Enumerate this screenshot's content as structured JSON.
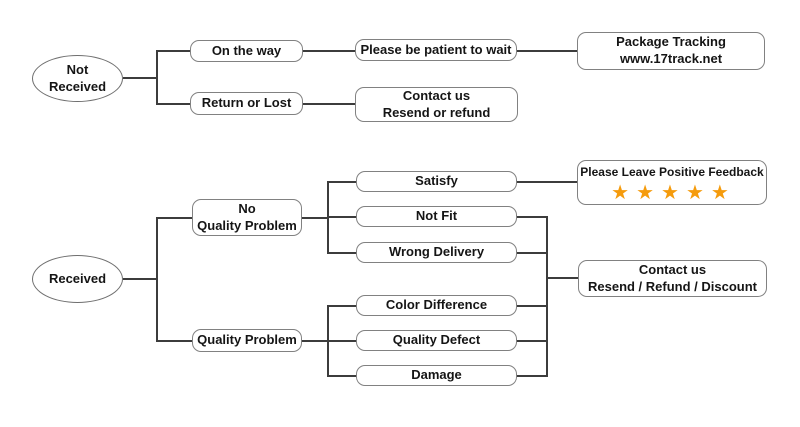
{
  "diagram": {
    "type": "flowchart",
    "topic": "Package received / not received customer-service decision tree",
    "colors": {
      "background": "#ffffff",
      "box_border": "#818181",
      "connector_line": "#3c3c3c",
      "text": "#151515",
      "star": "#F59B0C"
    },
    "nodes": {
      "not_received": "Not\nReceived",
      "on_the_way": "On the way",
      "be_patient": "Please be patient to wait",
      "package_tracking": "Package Tracking\nwww.17track.net",
      "return_or_lost": "Return or Lost",
      "contact_resend_refund": "Contact us\nResend or refund",
      "received": "Received",
      "no_quality_problem": "No\nQuality Problem",
      "satisfy": "Satisfy",
      "not_fit": "Not Fit",
      "wrong_delivery": "Wrong Delivery",
      "feedback_title": "Please Leave Positive Feedback",
      "feedback_stars": "★★★★★",
      "quality_problem": "Quality Problem",
      "color_difference": "Color Difference",
      "quality_defect": "Quality Defect",
      "damage": "Damage",
      "contact_discount": "Contact us\nResend / Refund / Discount"
    },
    "edges": [
      "Not Received -> On the way",
      "Not Received -> Return or Lost",
      "On the way -> Please be patient to wait",
      "Please be patient to wait -> Package Tracking www.17track.net",
      "Return or Lost -> Contact us Resend or refund",
      "Received -> No Quality Problem",
      "Received -> Quality Problem",
      "No Quality Problem -> Satisfy",
      "No Quality Problem -> Not Fit",
      "No Quality Problem -> Wrong Delivery",
      "Satisfy -> Please Leave Positive Feedback",
      "Quality Problem -> Color Difference",
      "Quality Problem -> Quality Defect",
      "Quality Problem -> Damage",
      "Not Fit, Wrong Delivery, Color Difference, Quality Defect, Damage -> Contact us Resend / Refund / Discount"
    ],
    "star_rating_count": 5
  }
}
